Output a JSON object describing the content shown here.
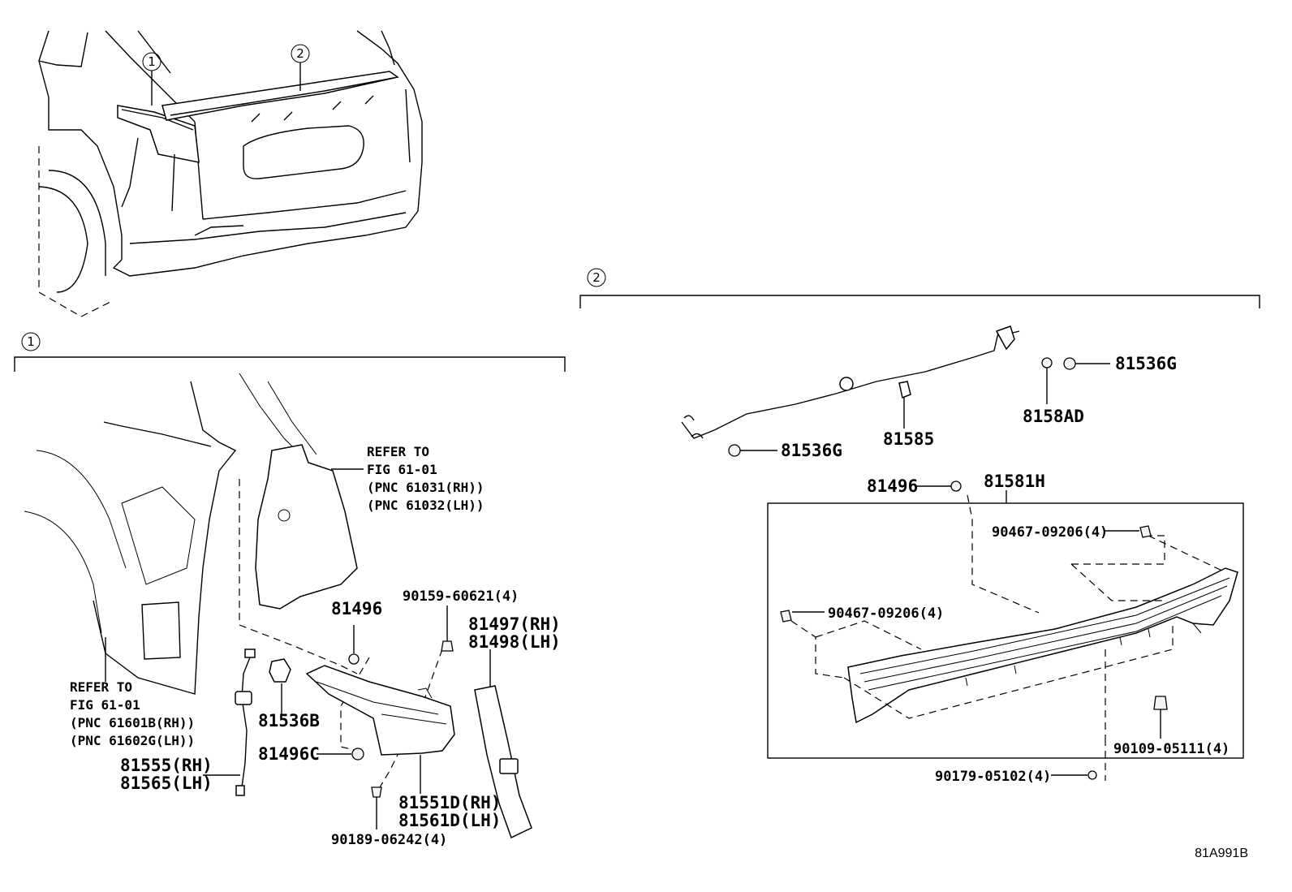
{
  "diagram_code": "81A991B",
  "callouts": {
    "one": "1",
    "two": "2"
  },
  "section1": {
    "refer_upper": {
      "line1": "REFER TO",
      "line2": "FIG 61-01",
      "line3": "(PNC 61031(RH))",
      "line4": "(PNC 61032(LH))"
    },
    "refer_lower": {
      "line1": "REFER TO",
      "line2": "FIG 61-01",
      "line3": "(PNC 61601B(RH))",
      "line4": "(PNC 61602G(LH))"
    },
    "parts": {
      "p81496": "81496",
      "p90159": "90159-60621(4)",
      "p81497": "81497(RH)",
      "p81498": "81498(LH)",
      "p81536B": "81536B",
      "p81496C": "81496C",
      "p81555": "81555(RH)",
      "p81565": "81565(LH)",
      "p81551D": "81551D(RH)",
      "p81561D": "81561D(LH)",
      "p90189": "90189-06242(4)"
    }
  },
  "section2": {
    "parts": {
      "p81536G_top": "81536G",
      "p8158AD": "8158AD",
      "p81585": "81585",
      "p81536G_left": "81536G",
      "p81496": "81496",
      "p81581H": "81581H",
      "p90467_right": "90467-09206(4)",
      "p90467_left": "90467-09206(4)",
      "p90109": "90109-05111(4)",
      "p90179": "90179-05102(4)"
    }
  }
}
